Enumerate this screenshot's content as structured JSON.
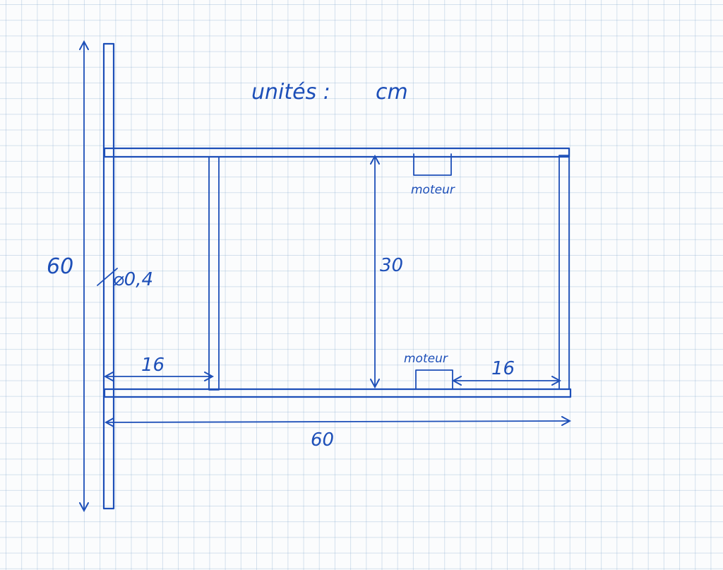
{
  "units_label": "unités :",
  "units_value": "cm",
  "vertical_total": "60",
  "diameter": "⌀0,4",
  "left_gap": "16",
  "right_gap": "16",
  "height": "30",
  "width": "60",
  "motor_top": "moteur",
  "motor_bottom": "moteur",
  "ink_color": "#1d4fb8"
}
